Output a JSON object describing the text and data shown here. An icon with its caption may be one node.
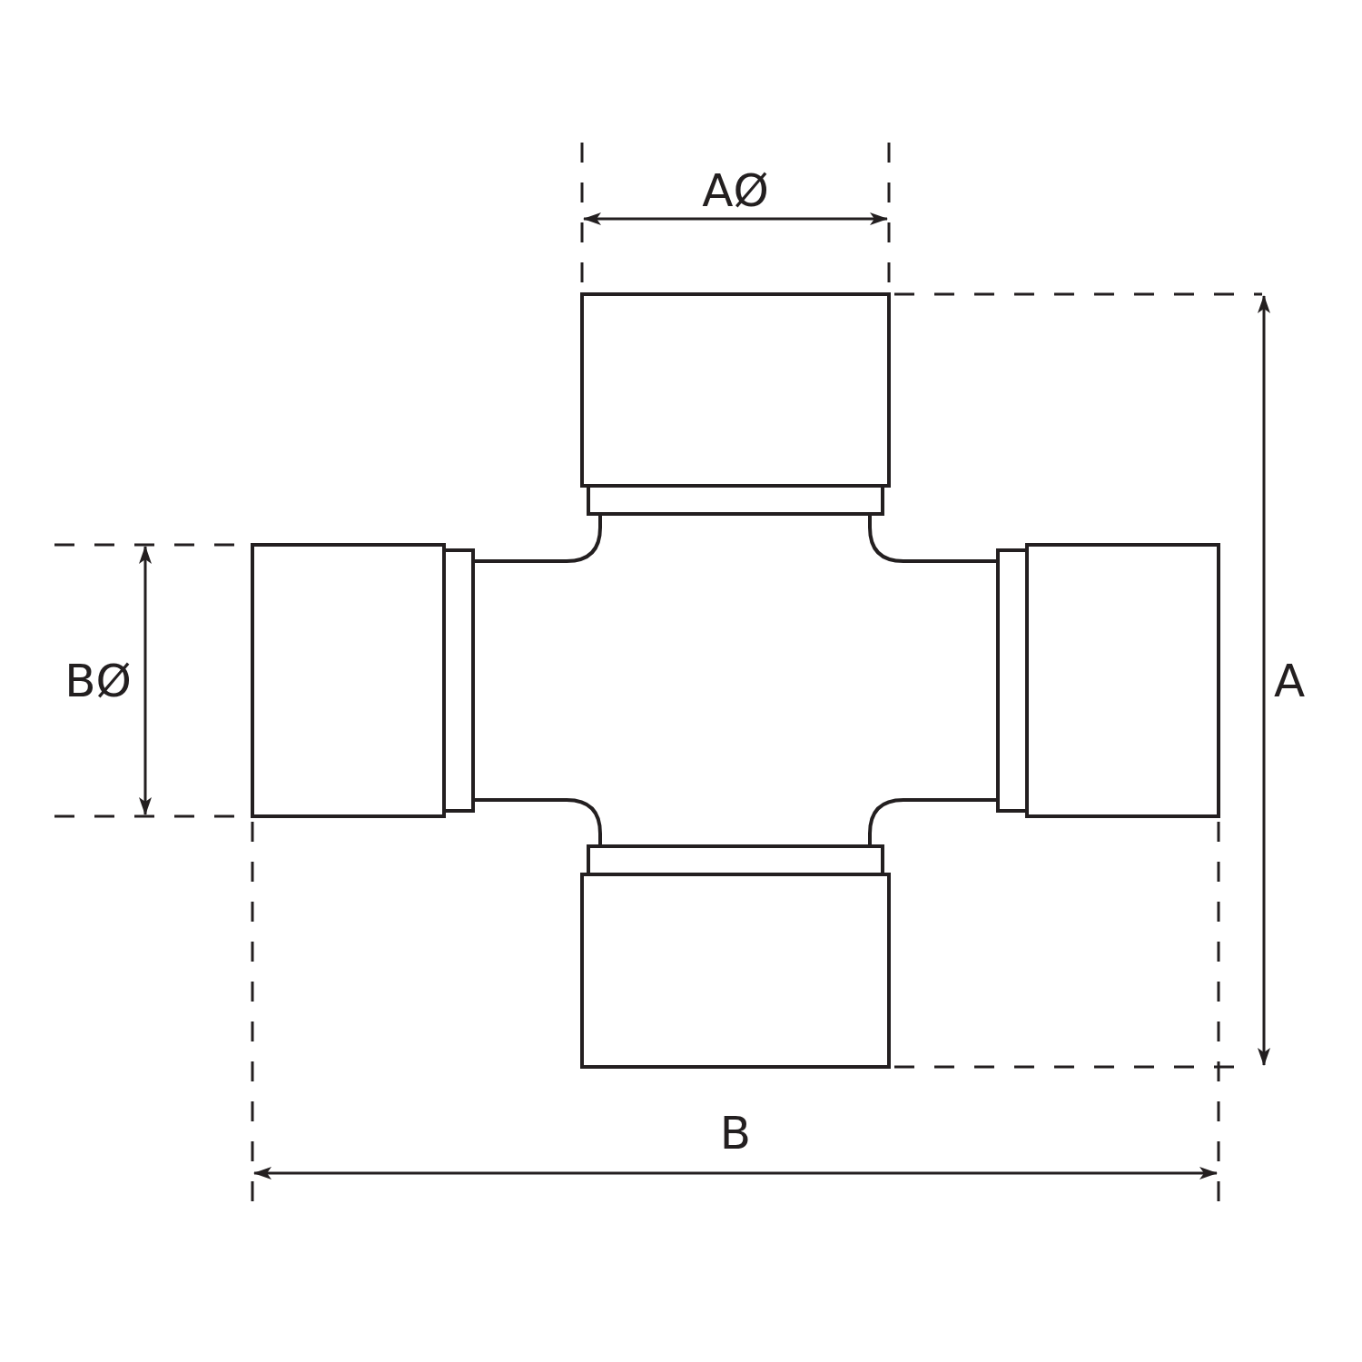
{
  "diagram": {
    "labels": [
      "AØ",
      "BØ",
      "A",
      "B"
    ]
  }
}
